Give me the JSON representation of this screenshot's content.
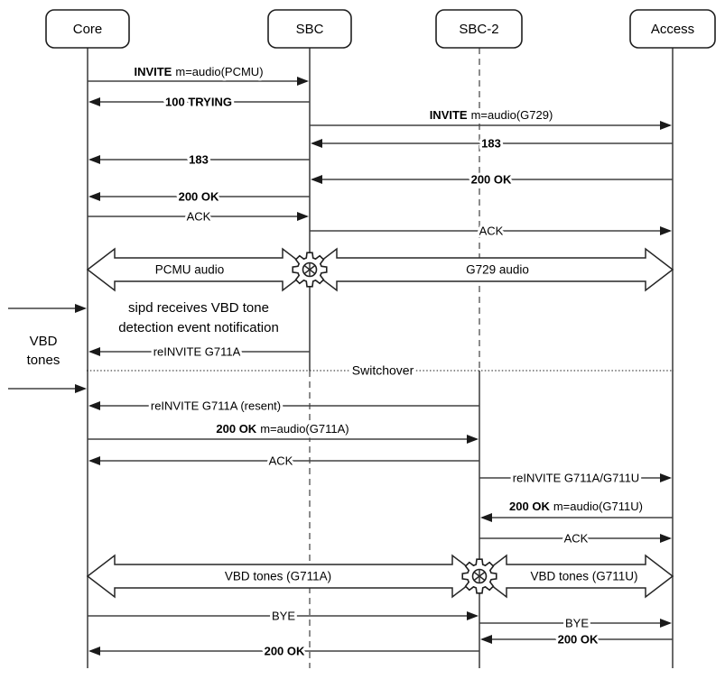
{
  "actors": [
    {
      "label": "Core"
    },
    {
      "label": "SBC"
    },
    {
      "label": "SBC-2"
    },
    {
      "label": "Access"
    }
  ],
  "messages": [
    {
      "bold": "INVITE",
      "rest": "m=audio(PCMU)"
    },
    {
      "bold": "100 TRYING"
    },
    {
      "bold": "INVITE",
      "rest": "m=audio(G729)"
    },
    {
      "bold": "183"
    },
    {
      "bold": "183"
    },
    {
      "bold": "200 OK"
    },
    {
      "bold": "200 OK"
    },
    {
      "plain": "ACK"
    },
    {
      "plain": "ACK"
    },
    {
      "plain": "reINVITE G711A"
    },
    {
      "plain": "reINVITE G711A (resent)"
    },
    {
      "bold": "200 OK",
      "rest": "m=audio(G711A)"
    },
    {
      "plain": "ACK"
    },
    {
      "plain": "reINVITE G711A/G711U"
    },
    {
      "bold": "200 OK",
      "rest": "m=audio(G711U)"
    },
    {
      "plain": "ACK"
    },
    {
      "plain": "BYE"
    },
    {
      "plain": "BYE"
    },
    {
      "bold": "200 OK"
    },
    {
      "bold": "200 OK"
    }
  ],
  "media_flows": [
    {
      "label": "PCMU audio"
    },
    {
      "label": "G729 audio"
    },
    {
      "label": "VBD tones (G711A)"
    },
    {
      "label": "VBD tones (G711U)"
    }
  ],
  "annotations": {
    "event_note_line1": "sipd receives VBD tone",
    "event_note_line2": "detection event notification",
    "external_input_line1": "VBD",
    "external_input_line2": "tones",
    "switchover_label": "Switchover"
  },
  "icons": {
    "gear": "transcoding-gear"
  },
  "colors": {
    "line": "#404040",
    "lifeline": "#595959",
    "lifeline_dashed": "#7f7f7f",
    "text": "#000000",
    "background": "#ffffff"
  }
}
